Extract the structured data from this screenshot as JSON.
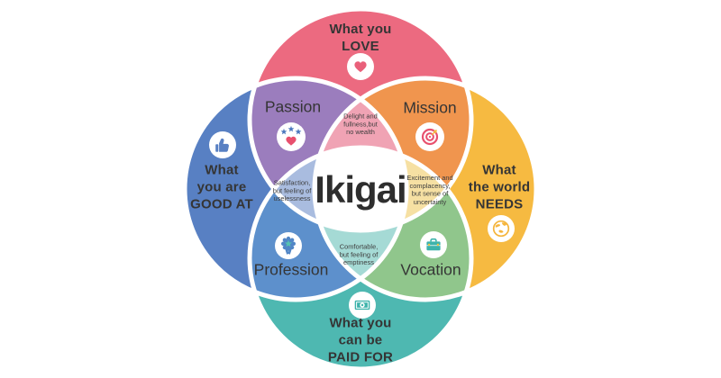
{
  "title": "Ikigai",
  "colors": {
    "love": "#EC6A80",
    "good_at": "#5880C3",
    "needs": "#F6BA41",
    "paid_for": "#4EB8B1",
    "passion": "#9B7DBD",
    "mission": "#F0954E",
    "profession": "#5D90CC",
    "vocation": "#90C68C",
    "overlap_top": "#F0A3B4",
    "overlap_left": "#A9BCDF",
    "overlap_right": "#F6E0A3",
    "overlap_bottom": "#A5DAD5",
    "center_bg": "#FFFFFF",
    "text": "#353535"
  },
  "circles": {
    "love": {
      "lines": [
        "What you",
        "LOVE"
      ],
      "icon": "heart-icon"
    },
    "good_at": {
      "lines": [
        "What",
        "you are",
        "GOOD AT"
      ],
      "icon": "thumbs-up-icon"
    },
    "needs": {
      "lines": [
        "What",
        "the world",
        "NEEDS"
      ],
      "icon": "globe-icon"
    },
    "paid_for": {
      "lines": [
        "What you",
        "can be",
        "PAID FOR"
      ],
      "icon": "money-icon"
    }
  },
  "intersections": {
    "passion": {
      "label": "Passion",
      "icon": "heart-stars-icon"
    },
    "mission": {
      "label": "Mission",
      "icon": "target-icon"
    },
    "profession": {
      "label": "Profession",
      "icon": "rosette-icon"
    },
    "vocation": {
      "label": "Vocation",
      "icon": "briefcase-icon"
    }
  },
  "notes": {
    "top": {
      "lines": [
        "Delight and",
        "fullness,but",
        "no wealth"
      ]
    },
    "left": {
      "lines": [
        "Satisfaction,",
        "but feeling of",
        "uselessness"
      ]
    },
    "right": {
      "lines": [
        "Excitement and",
        "complacency,",
        "but sense of",
        "uncertainty"
      ]
    },
    "bottom": {
      "lines": [
        "Comfortable,",
        "but feeling of",
        "emptiness"
      ]
    }
  }
}
